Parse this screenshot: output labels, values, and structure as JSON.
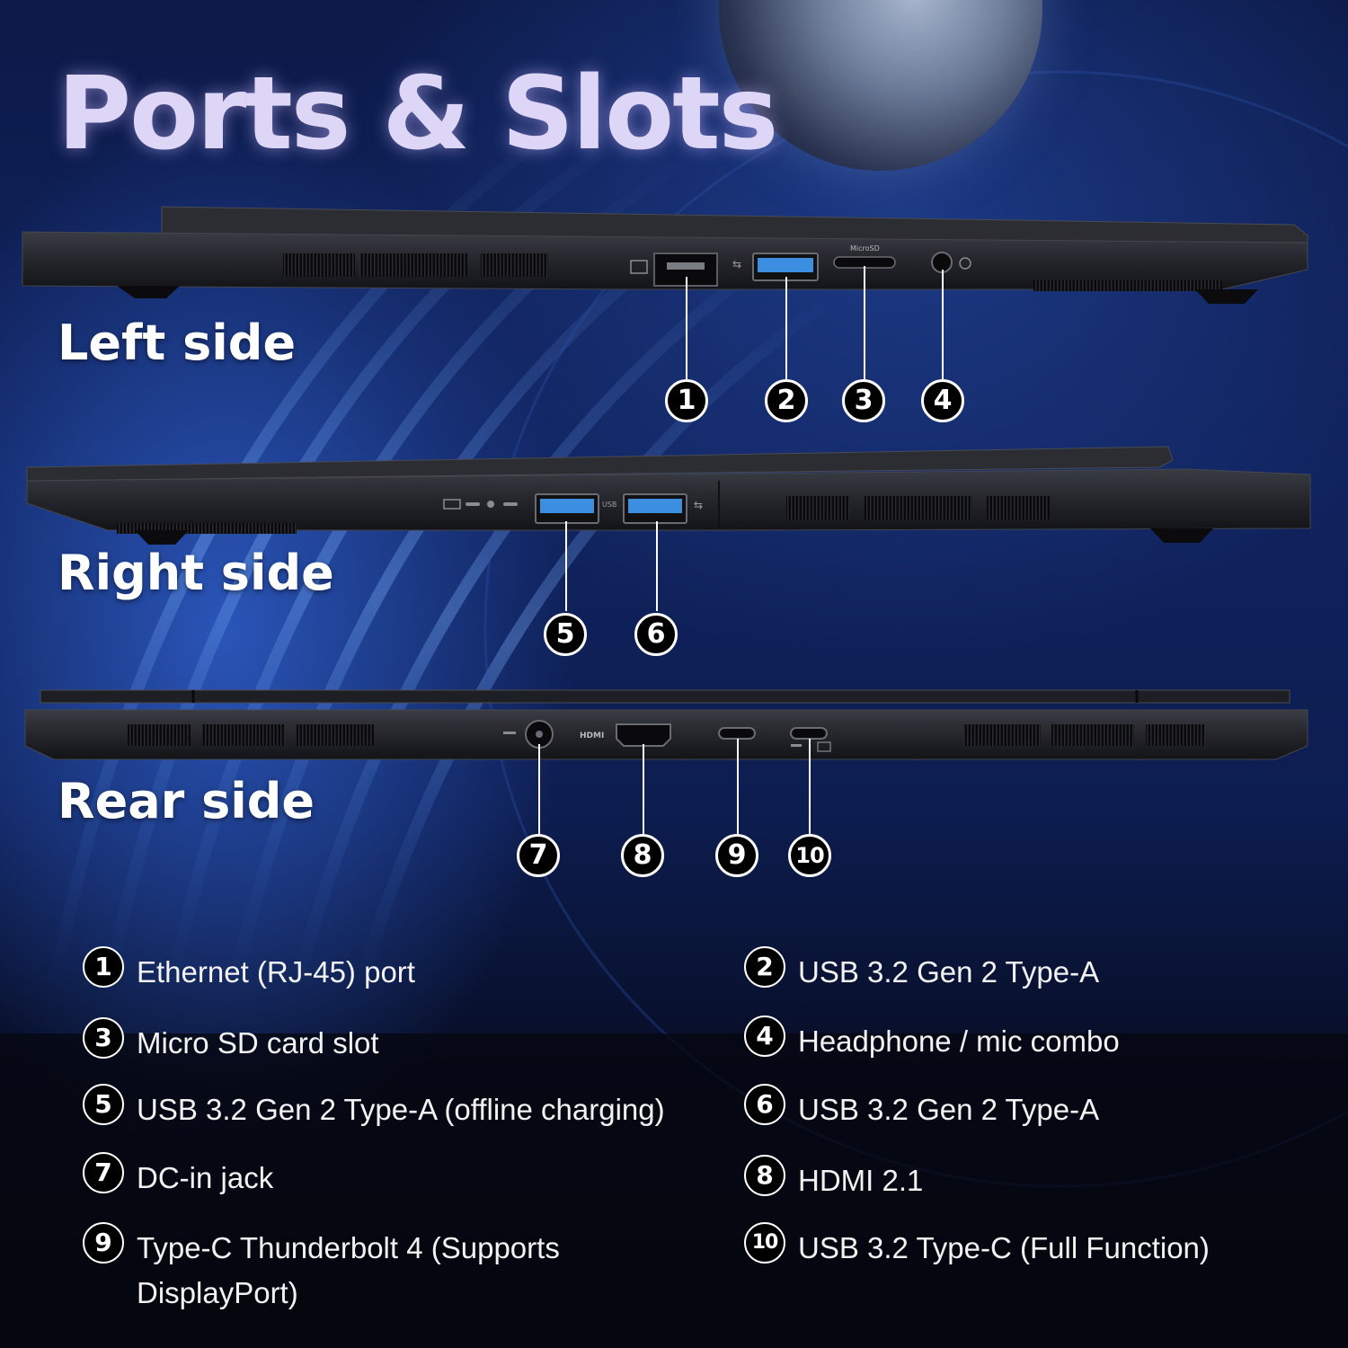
{
  "title": "Ports & Slots",
  "sides": {
    "left": "Left side",
    "right": "Right side",
    "rear": "Rear side"
  },
  "port_marks": {
    "microsd": "MicroSD",
    "hdmi": "HDMI",
    "usb": "USB"
  },
  "callouts": [
    "1",
    "2",
    "3",
    "4",
    "5",
    "6",
    "7",
    "8",
    "9",
    "10"
  ],
  "legend": [
    {
      "num": "1",
      "text": "Ethernet (RJ-45) port"
    },
    {
      "num": "2",
      "text": "USB 3.2 Gen 2 Type-A"
    },
    {
      "num": "3",
      "text": "Micro SD card slot"
    },
    {
      "num": "4",
      "text": "Headphone / mic combo"
    },
    {
      "num": "5",
      "text": "USB 3.2 Gen 2 Type-A (offline charging)"
    },
    {
      "num": "6",
      "text": "USB 3.2 Gen 2 Type-A"
    },
    {
      "num": "7",
      "text": "DC-in jack"
    },
    {
      "num": "8",
      "text": "HDMI 2.1"
    },
    {
      "num": "9",
      "text": "Type-C Thunderbolt 4 (Supports DisplayPort)"
    },
    {
      "num": "10",
      "text": "USB 3.2 Type-C (Full Function)"
    }
  ],
  "colors": {
    "usb_port_blue": "#3c8ee0",
    "title_lavender": "#ddd6f6",
    "chassis": "#2a2c33"
  }
}
